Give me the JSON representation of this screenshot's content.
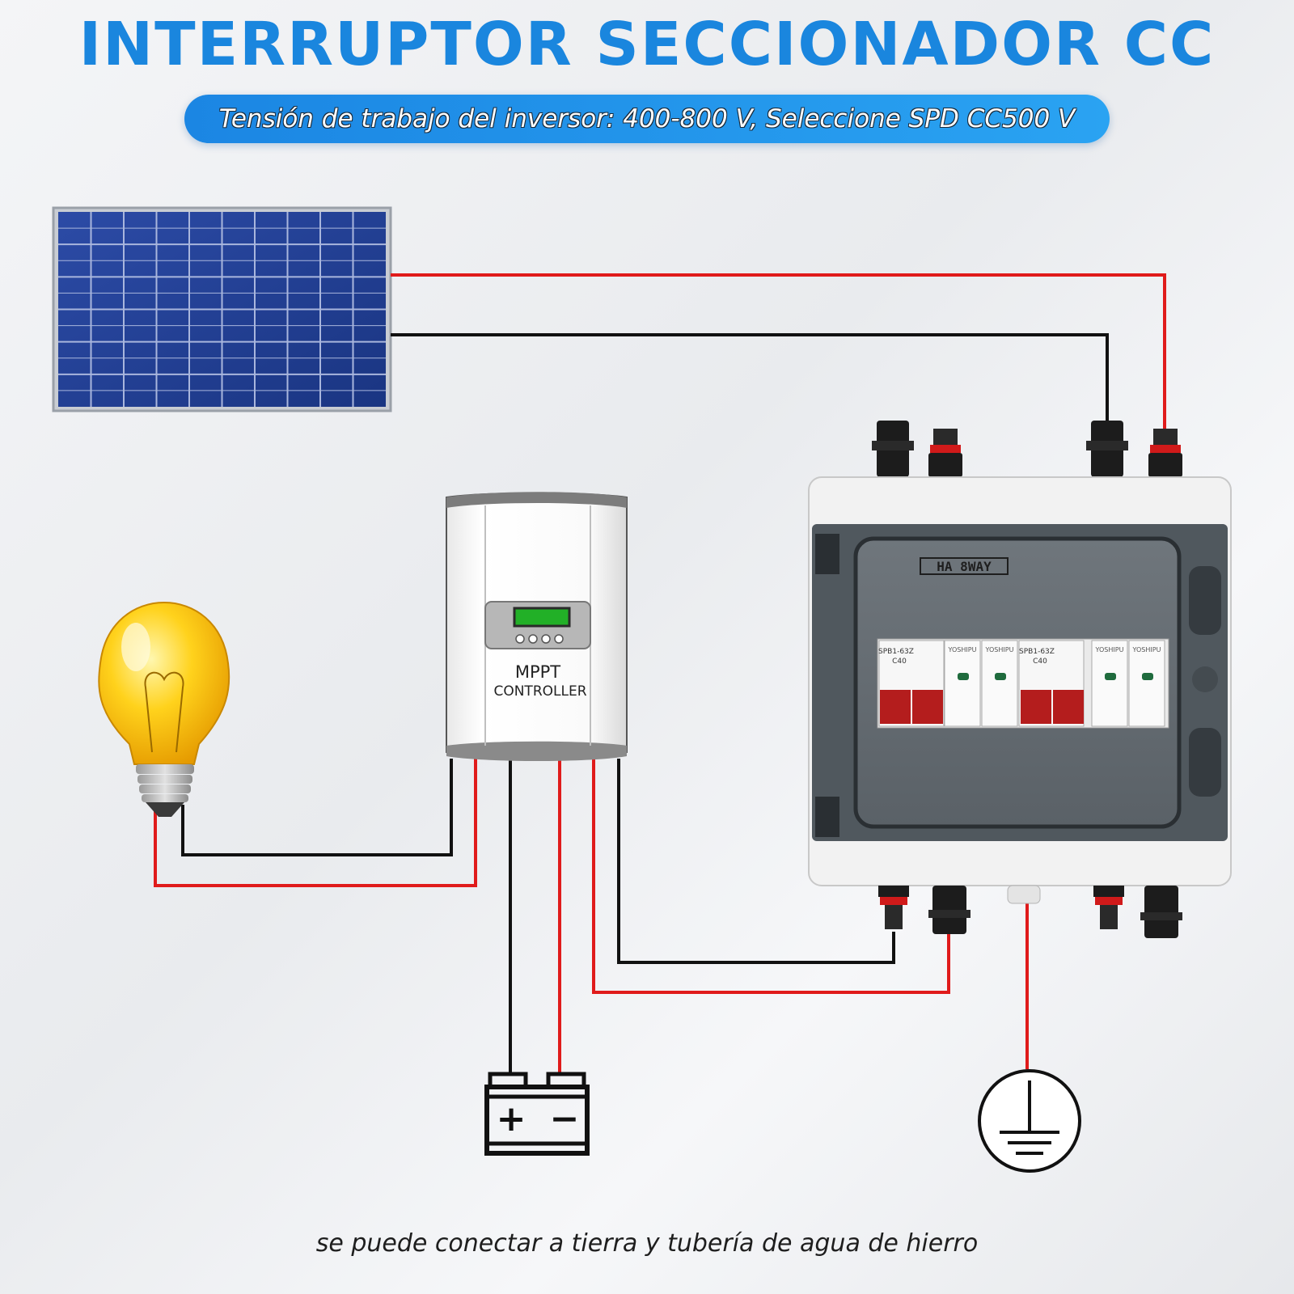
{
  "header": {
    "title": "INTERRUPTOR SECCIONADOR CC",
    "subtitle": "Tensión de trabajo del inversor: 400-800 V, Seleccione SPD CC500 V"
  },
  "controller": {
    "line1": "MPPT",
    "line2": "CONTROLLER"
  },
  "combiner_box": {
    "label": "HA 8WAY",
    "breaker_brand": "YOSHIPU",
    "breaker_model": "SPB1-63Z",
    "breaker_rating": "C40"
  },
  "battery": {
    "plus": "+",
    "minus": "−"
  },
  "footer": {
    "caption": "se puede conectar a tierra y tubería de agua de hierro"
  },
  "colors": {
    "title_blue": "#1a86de",
    "wire_red": "#e01b1b",
    "wire_black": "#111111",
    "panel_blue": "#1f3d8f"
  }
}
